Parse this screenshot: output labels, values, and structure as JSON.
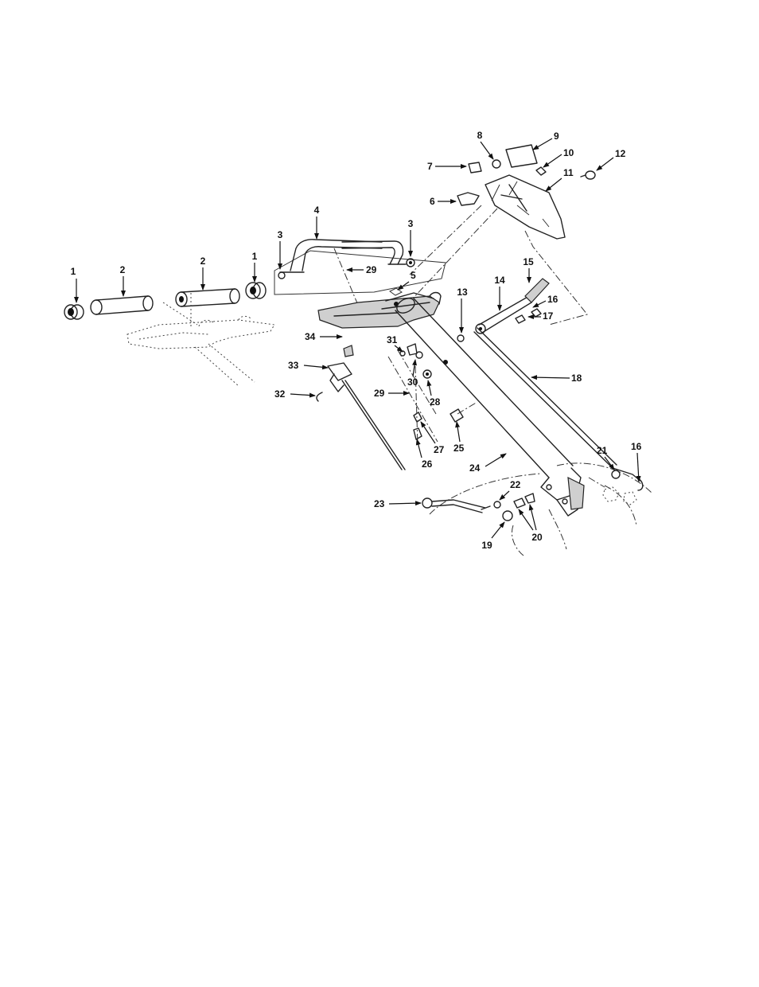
{
  "diagram": {
    "type": "exploded-parts-view",
    "callouts": [
      "1",
      "2",
      "2",
      "1",
      "3",
      "4",
      "3",
      "29",
      "5",
      "6",
      "7",
      "8",
      "9",
      "10",
      "11",
      "12",
      "13",
      "14",
      "15",
      "16",
      "17",
      "18",
      "34",
      "31",
      "33",
      "30",
      "28",
      "32",
      "29",
      "27",
      "25",
      "26",
      "24",
      "21",
      "16",
      "22",
      "23",
      "19",
      "20"
    ]
  }
}
